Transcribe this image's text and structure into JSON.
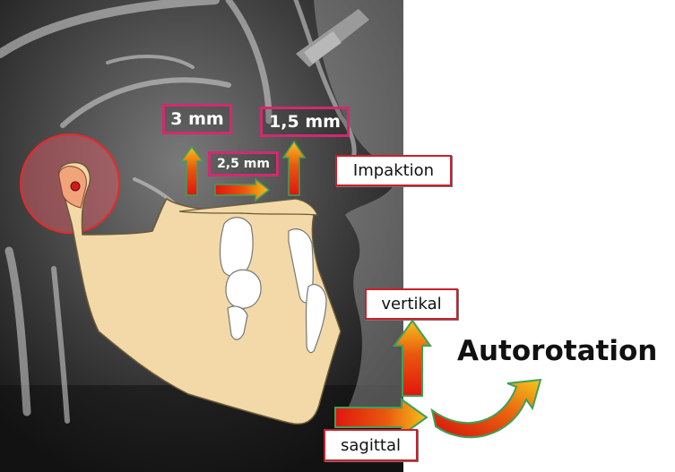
{
  "labels": {
    "top_left": "3 mm",
    "top_right": "1,5 mm",
    "middle": "2,5 mm",
    "impaktion": "Impaktion",
    "vertikal": "vertikal",
    "sagittal": "sagittal",
    "autorotation": "Autorotation"
  },
  "colors": {
    "arrow_outline": "#3aa25a",
    "arrow_start": "#e0160e",
    "arrow_end": "#f6c21a",
    "label_border_dark": "#d22a6e",
    "label_border_light": "#cc1f2a",
    "mandible_fill": "#f3d9a7",
    "condyle_circle": "#e8606a"
  },
  "icons": [
    "jaw-mandible-icon",
    "tooth-icon",
    "condyle-pivot-icon"
  ]
}
